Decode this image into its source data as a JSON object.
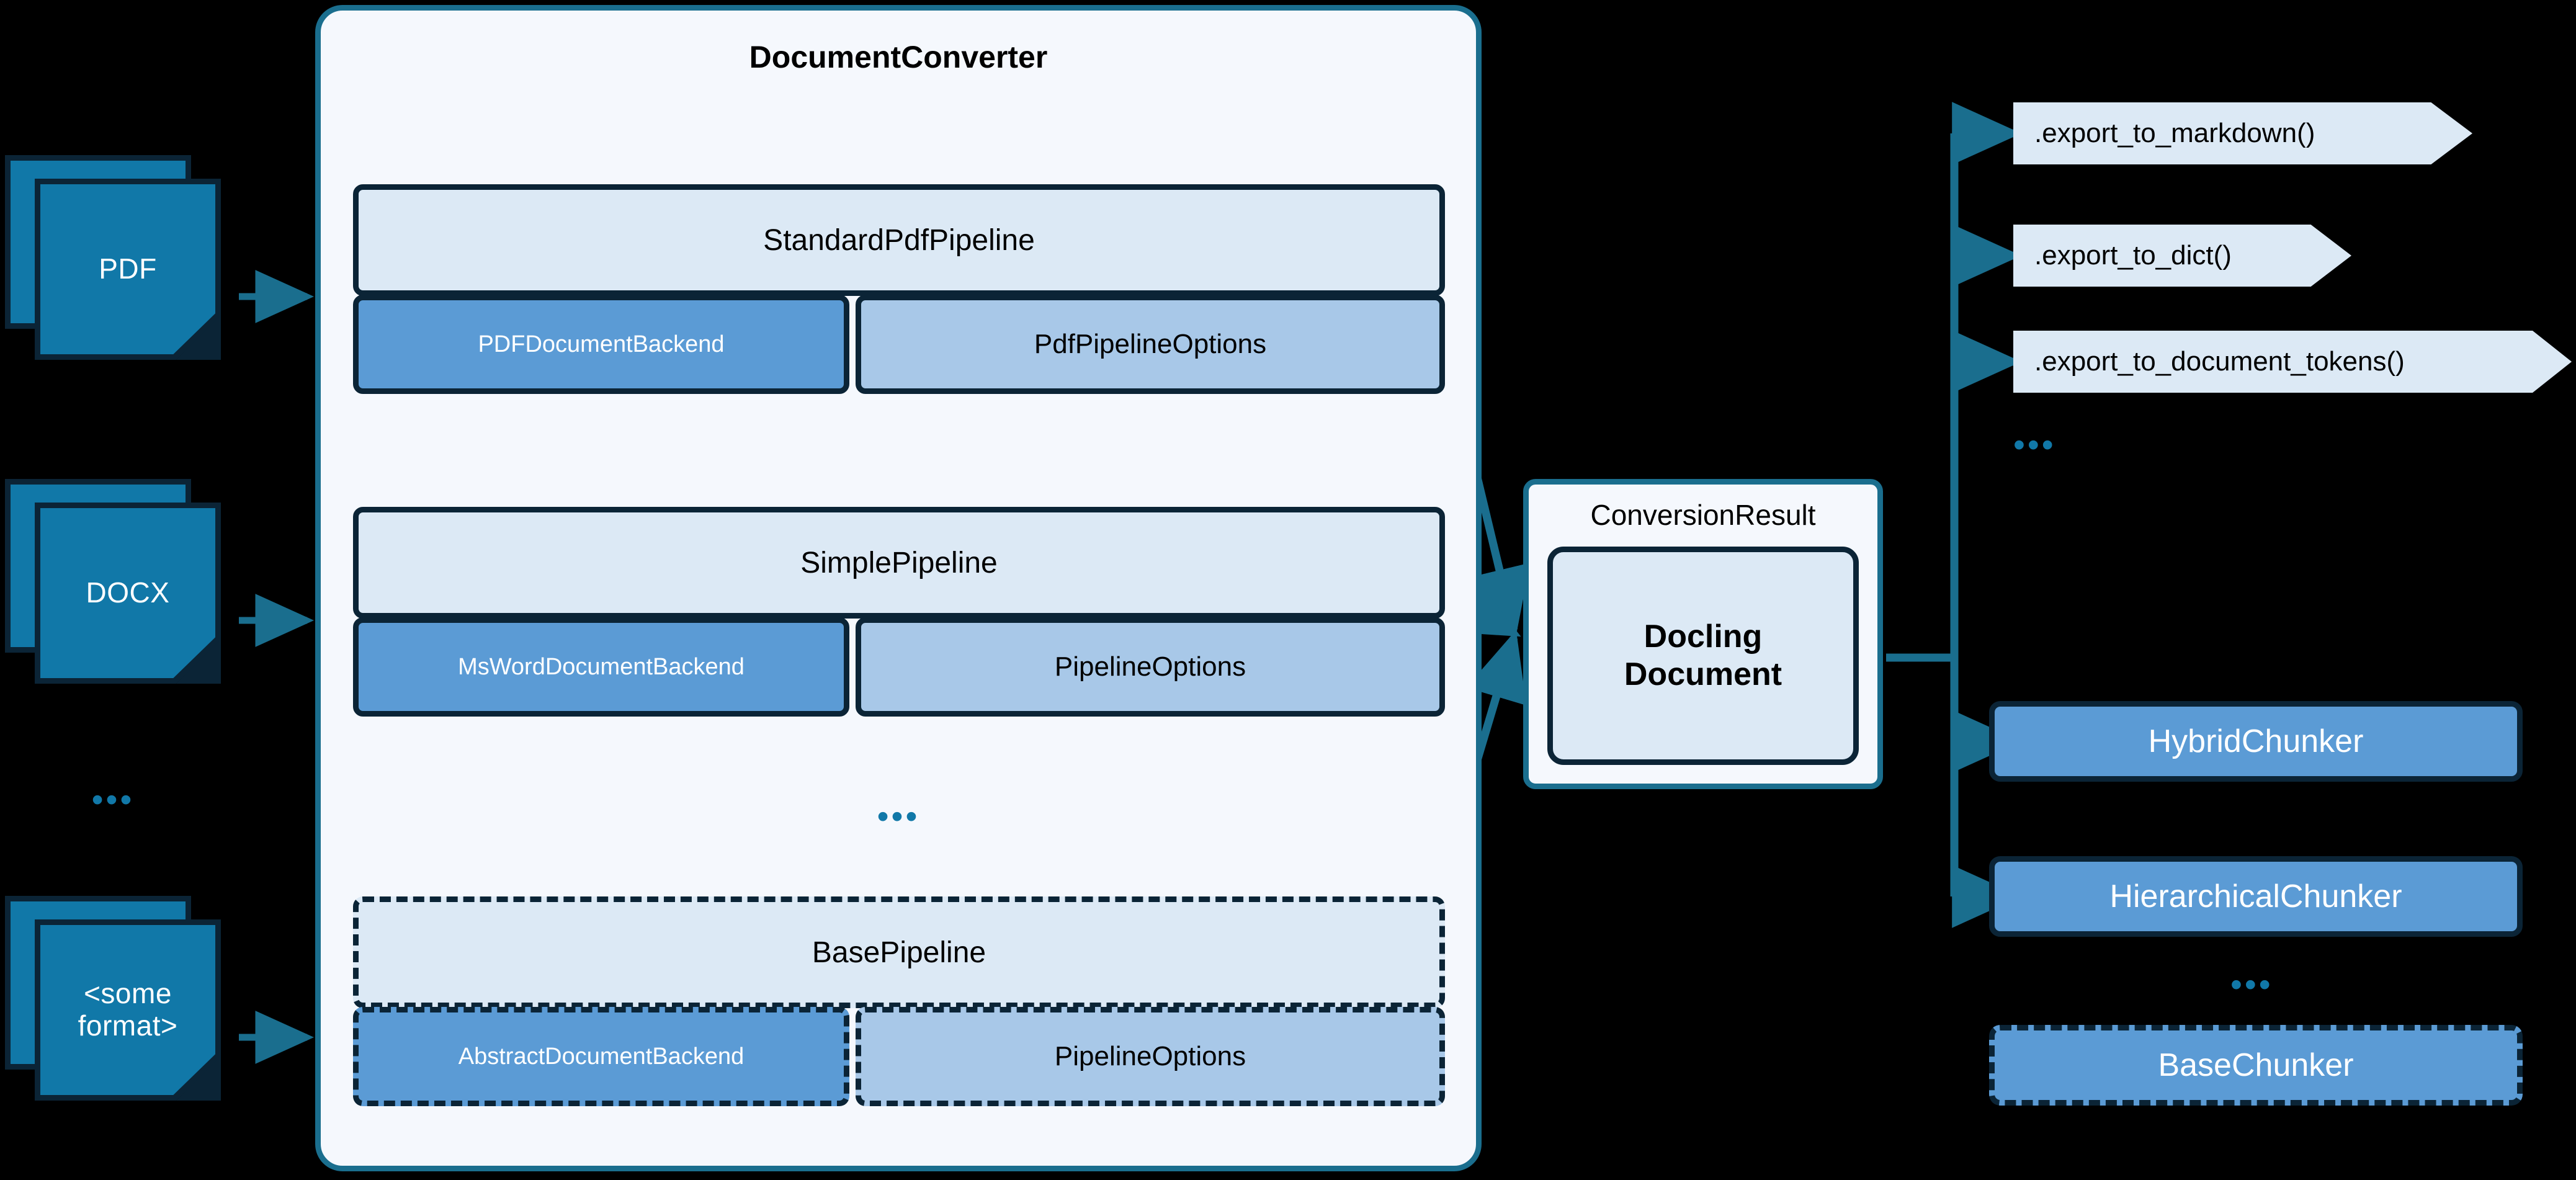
{
  "converter": {
    "title": "DocumentConverter",
    "inner_ellipsis": "•••",
    "pipelines": [
      {
        "name": "StandardPdfPipeline",
        "backend": "PDFDocumentBackend",
        "options": "PdfPipelineOptions",
        "style": "solid"
      },
      {
        "name": "SimplePipeline",
        "backend": "MsWordDocumentBackend",
        "options": "PipelineOptions",
        "style": "solid"
      },
      {
        "name": "BasePipeline",
        "backend": "AbstractDocumentBackend",
        "options": "PipelineOptions",
        "style": "dashed"
      }
    ]
  },
  "inputs": [
    {
      "label": "PDF"
    },
    {
      "label": "DOCX"
    },
    {
      "label": "<some\nformat>"
    }
  ],
  "input_ellipsis": "•••",
  "result": {
    "title": "ConversionResult",
    "document": "Docling\nDocument"
  },
  "exports": [
    {
      "label": ".export_to_markdown()"
    },
    {
      "label": ".export_to_dict()"
    },
    {
      "label": ".export_to_document_tokens()"
    }
  ],
  "exports_ellipsis": "•••",
  "chunkers": [
    {
      "label": "HybridChunker",
      "style": "solid"
    },
    {
      "label": "HierarchicalChunker",
      "style": "solid"
    },
    {
      "label": "BaseChunker",
      "style": "dashed"
    }
  ],
  "chunkers_ellipsis": "•••",
  "colors": {
    "background": "#000000",
    "accent_teal": "#1a6e8e",
    "doc_icon": "#1178a8",
    "pipeline_head": "#dce9f5",
    "backend": "#5b9bd5",
    "options": "#a8c8e8",
    "outline_navy": "#0b2436",
    "panel": "#f5f8fd"
  }
}
